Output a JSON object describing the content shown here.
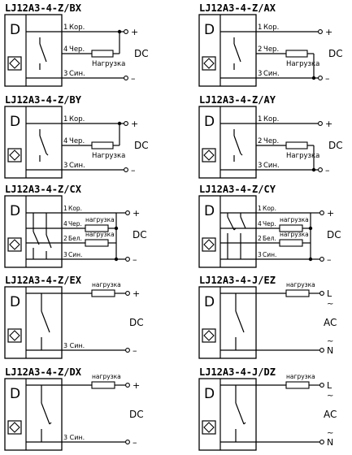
{
  "diagrams": [
    {
      "title": "LJ12A3-4-Z/BX",
      "kind": "dc3",
      "switch": "no",
      "sensor_letter": "D",
      "terminals": [
        {
          "num": "1",
          "label": "Кор.",
          "sign": "+"
        },
        {
          "num": "4",
          "label": "Чер.",
          "load": "Нагрузка",
          "load_to": "plus"
        },
        {
          "num": "3",
          "label": "Син.",
          "sign": "–"
        }
      ],
      "supply": "DC"
    },
    {
      "title": "LJ12A3-4-Z/AX",
      "kind": "dc3",
      "switch": "no",
      "sensor_letter": "D",
      "terminals": [
        {
          "num": "1",
          "label": "Кор.",
          "sign": "+"
        },
        {
          "num": "2",
          "label": "Чер.",
          "load": "Нагрузка",
          "load_to": "minus"
        },
        {
          "num": "3",
          "label": "Син.",
          "sign": "–"
        }
      ],
      "supply": "DC"
    },
    {
      "title": "LJ12A3-4-Z/BY",
      "kind": "dc3",
      "switch": "nc",
      "sensor_letter": "D",
      "terminals": [
        {
          "num": "1",
          "label": "Кор.",
          "sign": "+"
        },
        {
          "num": "4",
          "label": "Чер.",
          "load": "Нагрузка",
          "load_to": "plus"
        },
        {
          "num": "3",
          "label": "Син.",
          "sign": "–"
        }
      ],
      "supply": "DC"
    },
    {
      "title": "LJ12A3-4-Z/AY",
      "kind": "dc3",
      "switch": "nc",
      "sensor_letter": "D",
      "terminals": [
        {
          "num": "1",
          "label": "Кор.",
          "sign": "+"
        },
        {
          "num": "2",
          "label": "Чер.",
          "load": "Нагрузка",
          "load_to": "minus"
        },
        {
          "num": "3",
          "label": "Син.",
          "sign": "–"
        }
      ],
      "supply": "DC"
    },
    {
      "title": "LJ12A3-4-Z/CX",
      "kind": "dc4",
      "sensor_letter": "D",
      "terminals": [
        {
          "num": "1",
          "label": "Кор.",
          "sign": "+"
        },
        {
          "num": "4",
          "label": "Чер.",
          "load": "нагрузка"
        },
        {
          "num": "2",
          "label": "Бел.",
          "load": "нагрузка"
        },
        {
          "num": "3",
          "label": "Син.",
          "sign": "–"
        }
      ],
      "supply": "DC"
    },
    {
      "title": "LJ12A3-4-Z/CY",
      "kind": "dc4",
      "sensor_letter": "D",
      "terminals": [
        {
          "num": "1",
          "label": "Кор.",
          "sign": "+"
        },
        {
          "num": "4",
          "label": "Чер.",
          "load": "нагрузка"
        },
        {
          "num": "2",
          "label": "Бел.",
          "load": "нагрузка"
        },
        {
          "num": "3",
          "label": "Син.",
          "sign": "–"
        }
      ],
      "supply": "DC"
    },
    {
      "title": "LJ12A3-4-Z/EX",
      "kind": "two_wire",
      "switch": "no",
      "sensor_letter": "D",
      "load": "нагрузка",
      "bottom_label": "3 Син.",
      "signs": [
        "+",
        "–"
      ],
      "supply": "DC"
    },
    {
      "title": "LJ12A3-4-J/EZ",
      "kind": "two_wire",
      "switch": "no",
      "sensor_letter": "D",
      "load": "нагрузка",
      "bottom_label": "",
      "signs": [
        "L",
        "N"
      ],
      "tildes": [
        "~",
        "~"
      ],
      "supply": "AC"
    },
    {
      "title": "LJ12A3-4-Z/DX",
      "kind": "two_wire",
      "switch": "nc",
      "sensor_letter": "D",
      "load": "нагрузка",
      "bottom_label": "3 Син.",
      "signs": [
        "+",
        "–"
      ],
      "supply": "DC"
    },
    {
      "title": "LJ12A3-4-J/DZ",
      "kind": "two_wire",
      "switch": "nc",
      "sensor_letter": "D",
      "load": "нагрузка",
      "bottom_label": "",
      "signs": [
        "L",
        "N"
      ],
      "tildes": [
        "~",
        "~"
      ],
      "supply": "AC"
    }
  ]
}
